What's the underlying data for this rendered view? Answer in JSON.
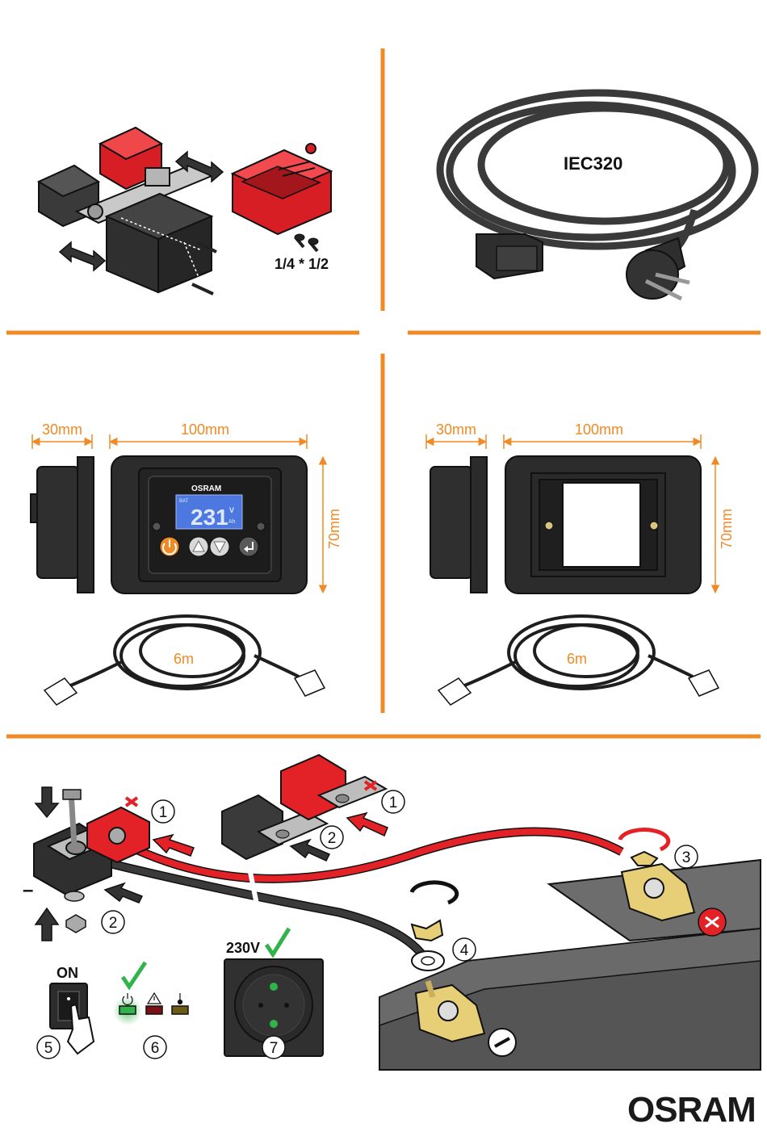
{
  "colors": {
    "accent": "#f08a24",
    "red_part": "#e32228",
    "dark_part": "#3c3c3c",
    "cable": "#2e2e2e",
    "check": "#2fb34a",
    "brass": "#e7cf78"
  },
  "panel1": {
    "screw_size": "1/4 * 1/2"
  },
  "panel2": {
    "cable_label": "IEC320"
  },
  "panel3": {
    "dim_depth": "30mm",
    "dim_width": "100mm",
    "dim_height": "70mm",
    "brand_on_device": "OSRAM",
    "display_value": "231",
    "display_unit": "V",
    "display_unit2": "Ah",
    "display_badge": "BAT",
    "cable_length": "6m",
    "icons": [
      "power-icon",
      "up-arrow-icon",
      "down-arrow-icon",
      "enter-icon"
    ]
  },
  "panel4": {
    "dim_depth": "30mm",
    "dim_width": "100mm",
    "dim_height": "70mm",
    "cable_length": "6m"
  },
  "install": {
    "steps": [
      "1",
      "1",
      "2",
      "2",
      "3",
      "4",
      "5",
      "6",
      "7"
    ],
    "switch_label": "ON",
    "voltage": "230V",
    "minus_sign": "–"
  },
  "footer": {
    "brand": "OSRAM"
  }
}
